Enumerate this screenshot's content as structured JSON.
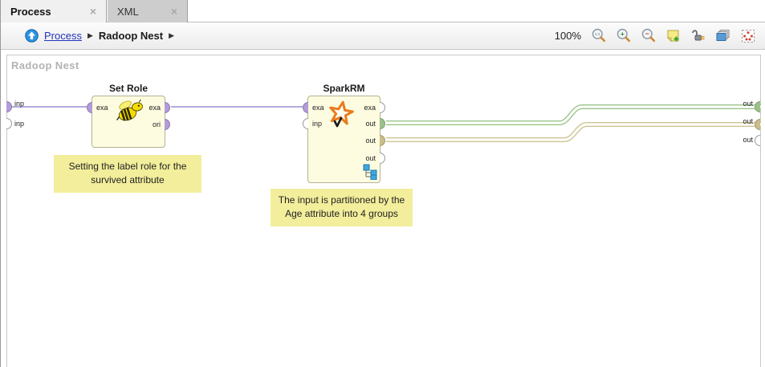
{
  "icons": {
    "close": "×",
    "chevron": "▶",
    "plus": "+",
    "minus": "−",
    "one_to_one": "1:1"
  },
  "tabs": [
    {
      "label": "Process",
      "active": true
    },
    {
      "label": "XML",
      "active": false
    }
  ],
  "breadcrumb": {
    "home_link": "Process",
    "current": "Radoop Nest"
  },
  "toolbar": {
    "zoom_level": "100%",
    "icons": [
      "zoom-fit",
      "zoom-in",
      "zoom-out",
      "add-note",
      "rewire",
      "arrange-layers",
      "fit-to-screen"
    ]
  },
  "canvas": {
    "watermark": "Radoop Nest",
    "edge_inputs": [
      {
        "label": "inp",
        "connected": true
      },
      {
        "label": "inp",
        "connected": false
      }
    ],
    "edge_outputs": [
      {
        "label": "out",
        "connected": true,
        "color": "#9cc18c"
      },
      {
        "label": "out",
        "connected": true,
        "color": "#c9bd8b"
      },
      {
        "label": "out",
        "connected": false,
        "color": "#ffffff"
      }
    ],
    "operators": [
      {
        "name": "Set Role",
        "icon": "hive-bee-icon",
        "ports": {
          "left": [
            "exa"
          ],
          "right": [
            "exa",
            "ori"
          ]
        }
      },
      {
        "name": "SparkRM",
        "icon": "spark-star-icon",
        "has_subprocess": true,
        "ports": {
          "left": [
            "exa",
            "inp"
          ],
          "right": [
            "exa",
            "out",
            "out",
            "out"
          ]
        }
      }
    ],
    "notes": [
      {
        "text": "Setting the label role for the survived attribute"
      },
      {
        "text": "The input is partitioned by the Age attribute into 4 groups"
      }
    ]
  },
  "colors": {
    "accent_blue": "#2e93dd",
    "link_blue": "#2233bb",
    "lavender_connection": "#b3aade",
    "green_connection": "#9bc489",
    "tan_connection": "#cfc493",
    "purple_port": "#b49cd9",
    "green_port": "#9cc18c",
    "tan_port": "#c9bd8b",
    "note_yellow": "#f2ee9b",
    "operator_yellow": "#fdfce1"
  }
}
